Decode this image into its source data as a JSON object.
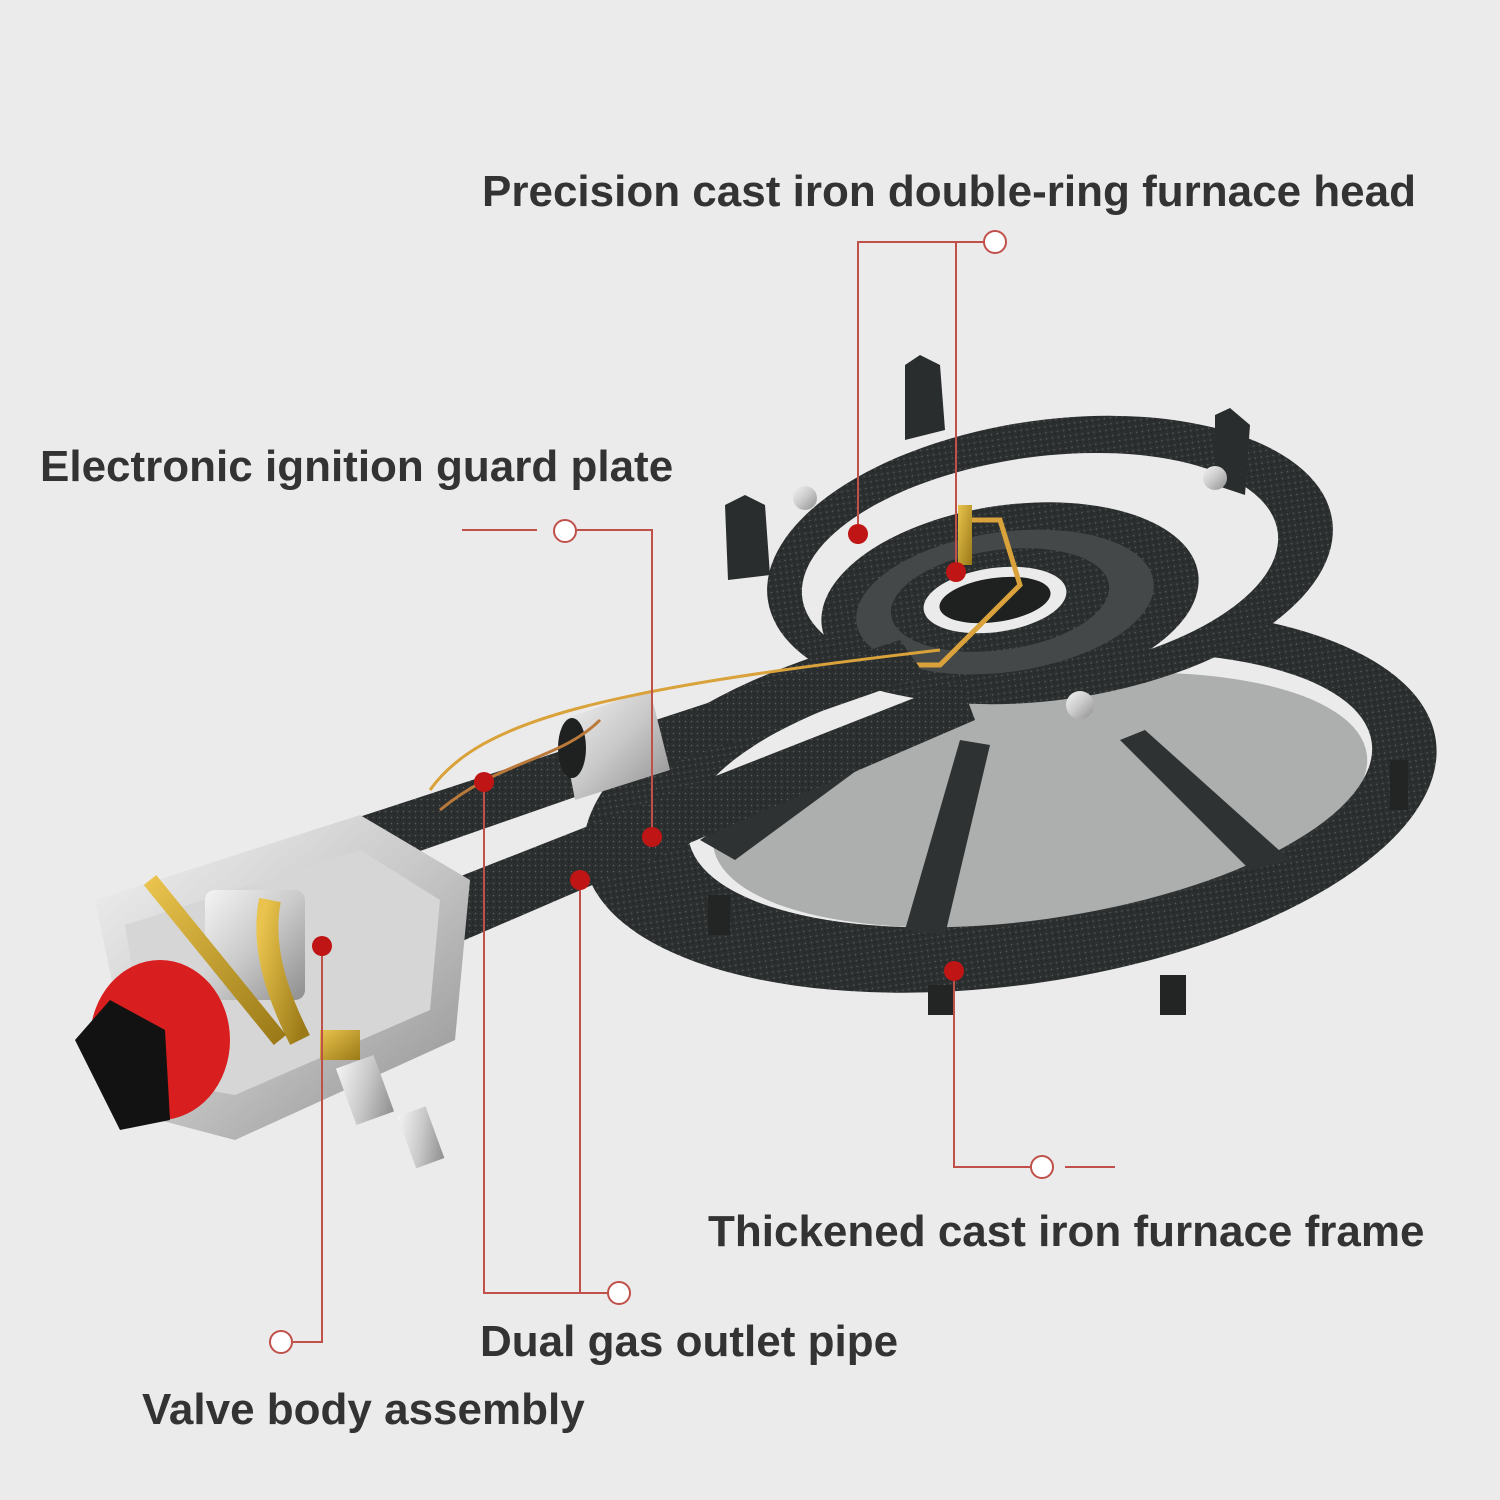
{
  "image": {
    "subject": "cast iron gas burner with valve body",
    "background_color": "#ecebeb",
    "text_color": "#333333",
    "leader_color": "#c0504a",
    "dot_color": "#c01515"
  },
  "labels": {
    "furnace_head": "Precision cast iron double-ring furnace head",
    "guard_plate": "Electronic ignition guard plate",
    "furnace_frame": "Thickened cast iron furnace frame",
    "gas_pipe": "Dual gas outlet pipe",
    "valve_body": "Valve body assembly"
  }
}
